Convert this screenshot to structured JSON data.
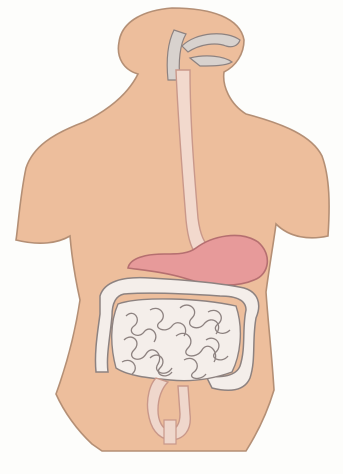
{
  "colors": {
    "background": "#fdfdfb",
    "skin": "#edbe9c",
    "skin_outline": "#b48f75",
    "trachea": "#d8d2ce",
    "esophagus": "#f2d9cd",
    "esophagus_outline": "#c9988a",
    "stomach": "#e79a9a",
    "stomach_outline": "#b56f70",
    "intestine": "#f4eeea",
    "intestine_outline": "#8d8280",
    "rectum": "#efd7cc"
  },
  "figure": {
    "subject": "human torso",
    "organs": [
      "trachea",
      "esophagus",
      "stomach",
      "small-intestine",
      "large-intestine",
      "rectum"
    ]
  }
}
